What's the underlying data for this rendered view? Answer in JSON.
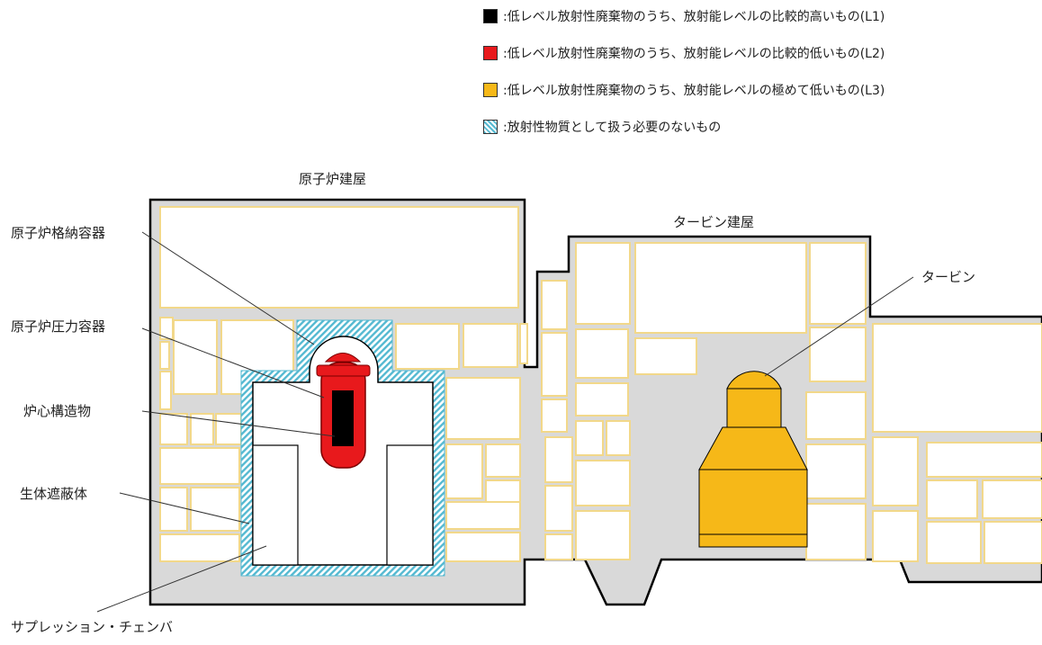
{
  "legend": [
    {
      "text": ":低レベル放射性廃棄物のうち、放射能レベルの比較的高いもの(L1)",
      "color": "#000000",
      "pattern": "solid"
    },
    {
      "text": ":低レベル放射性廃棄物のうち、放射能レベルの比較的低いもの(L2)",
      "color": "#e8191c",
      "pattern": "solid"
    },
    {
      "text": ":低レベル放射性廃棄物のうち、放射能レベルの極めて低いもの(L3)",
      "color": "#f6b818",
      "pattern": "solid"
    },
    {
      "text": ":放射性物質として扱う必要のないもの",
      "color": "#54b9d1",
      "pattern": "hatched"
    }
  ],
  "labels": {
    "reactor_building": "原子炉建屋",
    "turbine_building": "タービン建屋",
    "containment_vessel": "原子炉格納容器",
    "pressure_vessel": "原子炉圧力容器",
    "core_structure": "炉心構造物",
    "biological_shield": "生体遮蔽体",
    "suppression_chamber": "サプレッション・チェンバ",
    "turbine": "タービン"
  },
  "colors": {
    "building_fill": "#d9d9d9",
    "room_outline": "#f2d88a",
    "outline": "#000000",
    "l1": "#000000",
    "l2": "#e8191c",
    "l3": "#f6b818",
    "shield_hatch": "#54b9d1"
  }
}
